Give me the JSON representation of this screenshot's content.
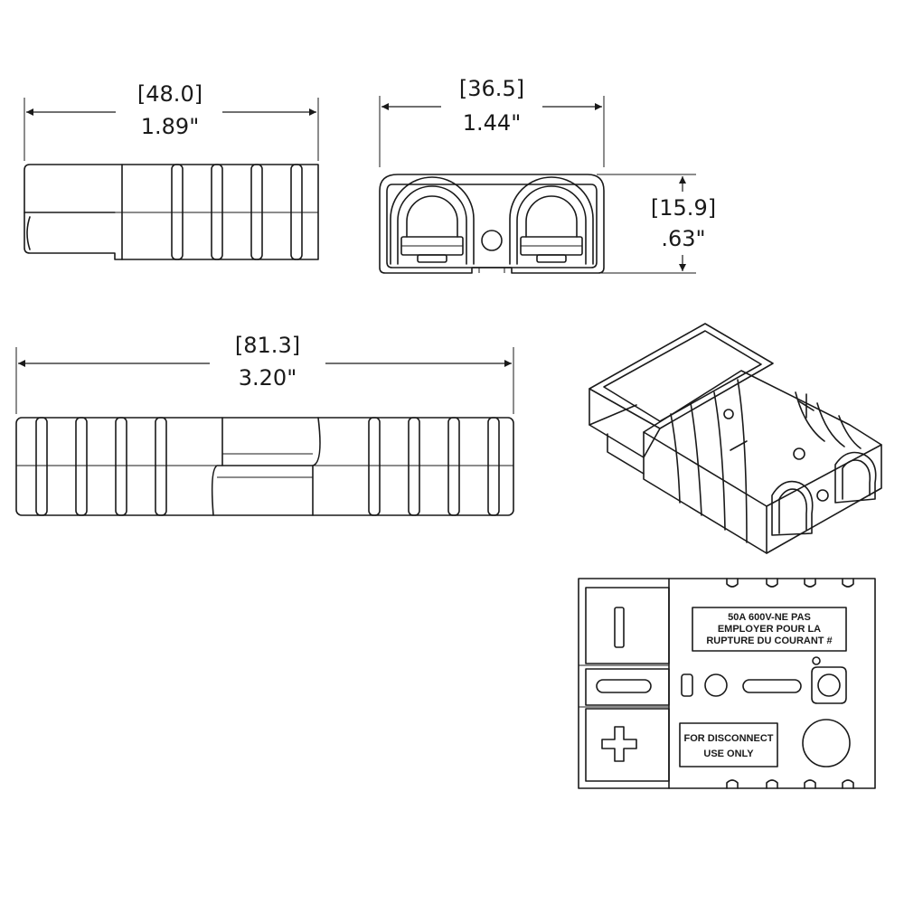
{
  "dimensions": {
    "side_length": {
      "metric": "[48.0]",
      "imperial": "1.89\""
    },
    "front_width": {
      "metric": "[36.5]",
      "imperial": "1.44\""
    },
    "front_height": {
      "metric": "[15.9]",
      "imperial": ".63\""
    },
    "pair_length": {
      "metric": "[81.3]",
      "imperial": "3.20\""
    }
  },
  "top_view": {
    "rating_label": {
      "line1": "50A 600V-NE PAS",
      "line2": "EMPLOYER POUR LA",
      "line3": "RUPTURE DU COURANT  #"
    },
    "disconnect_label": {
      "line1": "FOR DISCONNECT",
      "line2": "USE ONLY"
    }
  },
  "colors": {
    "line": "#1a1a1a",
    "background": "#ffffff"
  }
}
